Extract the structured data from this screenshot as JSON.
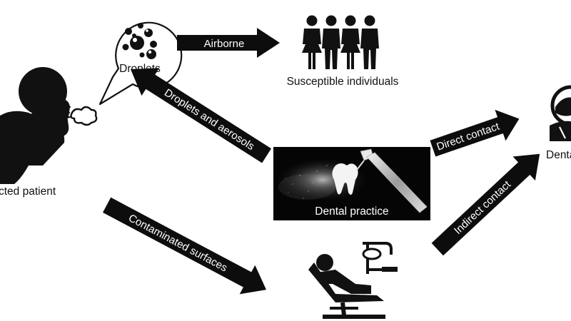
{
  "colors": {
    "background": "#ffffff",
    "ink": "#111111",
    "arrow_fill": "#0d0d0d",
    "arrow_text": "#ffffff",
    "photo_background": "#050505",
    "photo_text": "#ffffff"
  },
  "nodes": {
    "patient": {
      "label": "cted patient",
      "icon": "coughing-person-icon"
    },
    "droplets_bubble": {
      "label": "Droplets",
      "icon": "droplets-icon"
    },
    "susceptible": {
      "label": "Susceptible individuals",
      "icon": "group-of-people-icon"
    },
    "practice_photo": {
      "label": "Dental practice",
      "icon": "tooth-and-handpiece-photo"
    },
    "dental_staff": {
      "label": "Dental p",
      "icon": "dental-professional-icon"
    },
    "dental_chair": {
      "icon": "dental-chair-icon"
    }
  },
  "arrows": [
    {
      "id": "airborne",
      "label": "Airborne"
    },
    {
      "id": "droplets-aerosols",
      "label": "Droplets and aerosols"
    },
    {
      "id": "direct-contact",
      "label": "Direct contact"
    },
    {
      "id": "indirect-contact",
      "label": "Indirect contact"
    },
    {
      "id": "contaminated-surfaces",
      "label": "Contaminated surfaces"
    }
  ]
}
